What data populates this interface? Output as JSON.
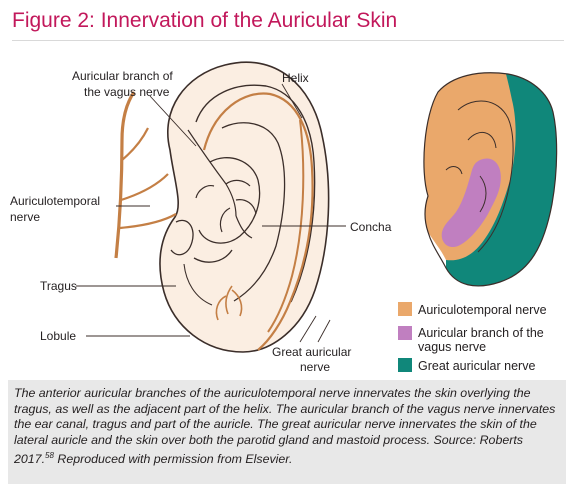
{
  "figure": {
    "title": "Figure 2: Innervation of the Auricular Skin"
  },
  "labels": {
    "vagus_line1": "Auricular branch of",
    "vagus_line2": "the vagus nerve",
    "helix": "Helix",
    "auriculotemporal_line1": "Auriculotemporal",
    "auriculotemporal_line2": "nerve",
    "concha": "Concha",
    "tragus": "Tragus",
    "lobule": "Lobule",
    "great_auricular_line1": "Great auricular",
    "great_auricular_line2": "nerve"
  },
  "legend": {
    "items": [
      {
        "lines": [
          "Auriculotemporal nerve"
        ],
        "color": "#eaa86b"
      },
      {
        "lines": [
          "Auricular branch of the",
          "vagus nerve"
        ],
        "color": "#c07fc0"
      },
      {
        "lines": [
          "Great auricular nerve"
        ],
        "color": "#10877a"
      }
    ]
  },
  "colors": {
    "title": "#c2185b",
    "nerve": "#c47f45",
    "ear_fill": "#fbeee2",
    "auriculotemporal": "#eaa86b",
    "vagus": "#c07fc0",
    "great_auricular": "#10877a",
    "caption_background": "#e8e8e8"
  },
  "caption": {
    "text_main": "The anterior auricular branches of the auriculotemporal nerve innervates the skin overlying the tragus, as well as the adjacent part of the helix. The auricular branch of the vagus nerve innervates the ear canal, tragus and part of the auricle. The great auricular nerve innervates the skin of the lateral auricle and the skin over both the parotid gland and mastoid process. Source: Roberts 2017.",
    "reference_number": "58",
    "text_end": " Reproduced with permission from Elsevier."
  }
}
